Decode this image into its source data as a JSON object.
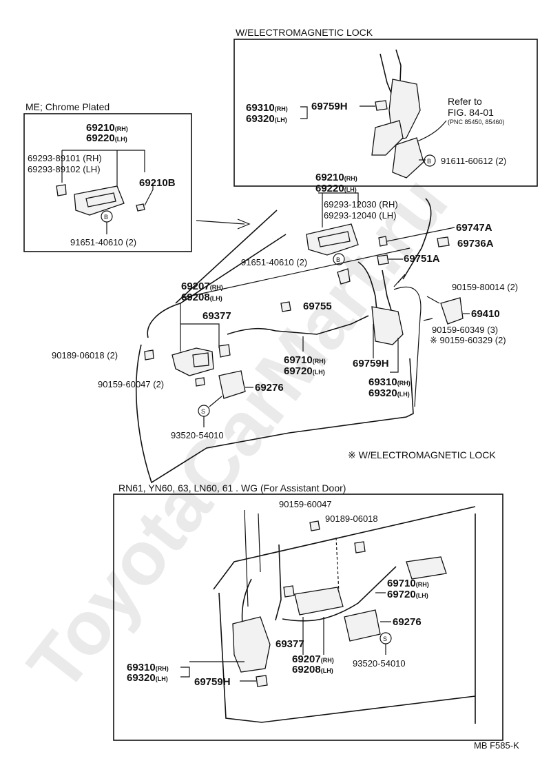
{
  "watermark": "ToyotaCarMart.ru",
  "boxes": {
    "chrome_title": "ME; Chrome Plated",
    "electro_title": "W/ELECTROMAGNETIC LOCK",
    "assist_title": "RN61, YN60, 63, LN60, 61 . WG (For Assistant Door)"
  },
  "notes": {
    "refer_line1": "Refer to",
    "refer_line2": "FIG. 84-01",
    "refer_pnc": "(PNC 85450, 85460)",
    "electro_mark": "※ W/ELECTROMAGNETIC LOCK",
    "page_code": "MB F585-K"
  },
  "markers": {
    "b": "B",
    "s": "S"
  },
  "suffix": {
    "rh": "(RH)",
    "lh": "(LH)"
  },
  "labels": {
    "l_69310_top": "69310",
    "l_69320_top": "69320",
    "l_69759H_top": "69759H",
    "l_91611": "91611-60612 (2)",
    "l_69210_box": "69210",
    "l_69220_box": "69220",
    "l_89101": "69293-89101 (RH)",
    "l_89102": "69293-89102 (LH)",
    "l_69210B": "69210B",
    "l_91651_box": "91651-40610 (2)",
    "l_69210_mid": "69210",
    "l_69220_mid": "69220",
    "l_12030": "69293-12030 (RH)",
    "l_12040": "69293-12040 (LH)",
    "l_69747A": "69747A",
    "l_69736A": "69736A",
    "l_91651_mid": "91651-40610 (2)",
    "l_69751A": "69751A",
    "l_69207": "69207",
    "l_69208": "69208",
    "l_80014": "90159-80014 (2)",
    "l_69755": "69755",
    "l_69410": "69410",
    "l_69377": "69377",
    "l_60349": "90159-60349 (3)",
    "l_60329": "※ 90159-60329 (2)",
    "l_90189": "90189-06018 (2)",
    "l_69710": "69710",
    "l_69720": "69720",
    "l_69759H_mid": "69759H",
    "l_60047": "90159-60047 (2)",
    "l_69276": "69276",
    "l_69310_mid": "69310",
    "l_69320_mid": "69320",
    "l_93520": "93520-54010",
    "l_b_60047": "90159-60047",
    "l_b_90189": "90189-06018",
    "l_b_69710": "69710",
    "l_b_69720": "69720",
    "l_b_69276": "69276",
    "l_b_69377": "69377",
    "l_b_69207": "69207",
    "l_b_69208": "69208",
    "l_b_69310": "69310",
    "l_b_69320": "69320",
    "l_b_69759H": "69759H",
    "l_b_93520": "93520-54010"
  }
}
